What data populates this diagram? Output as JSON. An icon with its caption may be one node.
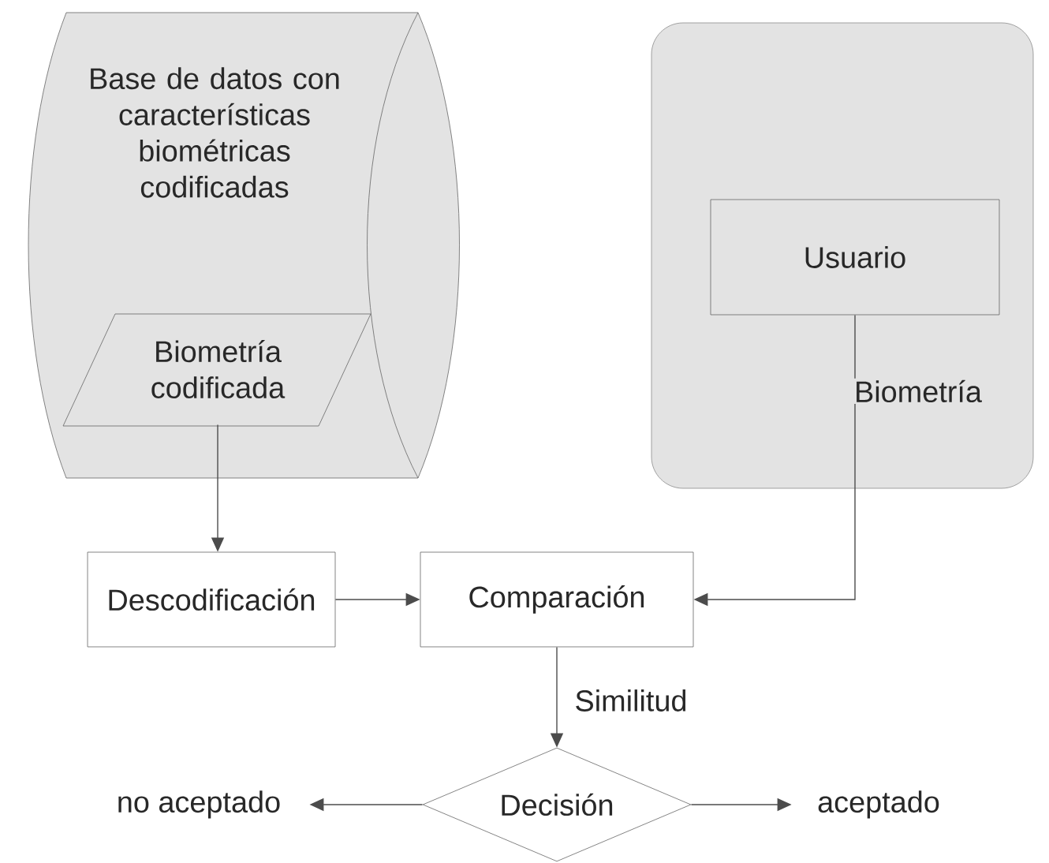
{
  "diagram": {
    "nodes": [
      {
        "text": [
          "Base de datos con características biométricas codificadas"
        ]
      },
      {
        "text": [
          "Biometría codificada"
        ],
        "in": 0
      },
      {
        "text": [],
        "shape": "box"
      },
      {
        "text": [
          "Usuario"
        ],
        "in": 2
      },
      {
        "text": [
          "Descodificación"
        ]
      },
      {
        "text": [
          "Comparación"
        ]
      },
      {
        "text": [
          "Decisión"
        ]
      },
      {
        "text": [
          "no aceptado"
        ]
      },
      {
        "text": [
          "aceptado"
        ]
      }
    ],
    "edges": [
      {
        "from": 1,
        "to": 4,
        "arrow": "to"
      },
      {
        "from": 3,
        "to": 5,
        "arrow": "to",
        "label": "Biometría"
      },
      {
        "from": 4,
        "to": 5,
        "arrow": "to"
      },
      {
        "from": 5,
        "to": 6,
        "arrow": "to",
        "label": "Similitud"
      },
      {
        "from": 6,
        "to": 7,
        "arrow": "to"
      },
      {
        "from": 6,
        "to": 8,
        "arrow": "to"
      }
    ]
  }
}
